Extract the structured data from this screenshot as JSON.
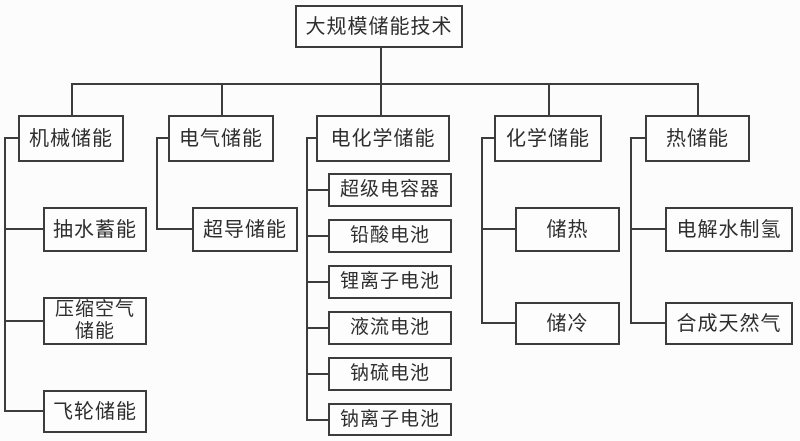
{
  "diagram": {
    "root": {
      "label": "大规模储能技术"
    },
    "branches": [
      {
        "label": "机械储能",
        "children": [
          {
            "label": "抽水蓄能"
          },
          {
            "label": "压缩空气\n储能"
          },
          {
            "label": "飞轮储能"
          }
        ]
      },
      {
        "label": "电气储能",
        "children": [
          {
            "label": "超导储能"
          }
        ]
      },
      {
        "label": "电化学储能",
        "children": [
          {
            "label": "超级电容器"
          },
          {
            "label": "铅酸电池"
          },
          {
            "label": "锂离子电池"
          },
          {
            "label": "液流电池"
          },
          {
            "label": "钠硫电池"
          },
          {
            "label": "钠离子电池"
          }
        ]
      },
      {
        "label": "化学储能",
        "children": [
          {
            "label": "储热"
          },
          {
            "label": "储冷"
          }
        ]
      },
      {
        "label": "热储能",
        "children": [
          {
            "label": "电解水制氢"
          },
          {
            "label": "合成天然气"
          }
        ]
      }
    ],
    "colors": {
      "line": "#3c3c3c",
      "background": "#fcfcfc",
      "box_background": "#fdfdfd",
      "text": "#2e2e2e"
    }
  }
}
